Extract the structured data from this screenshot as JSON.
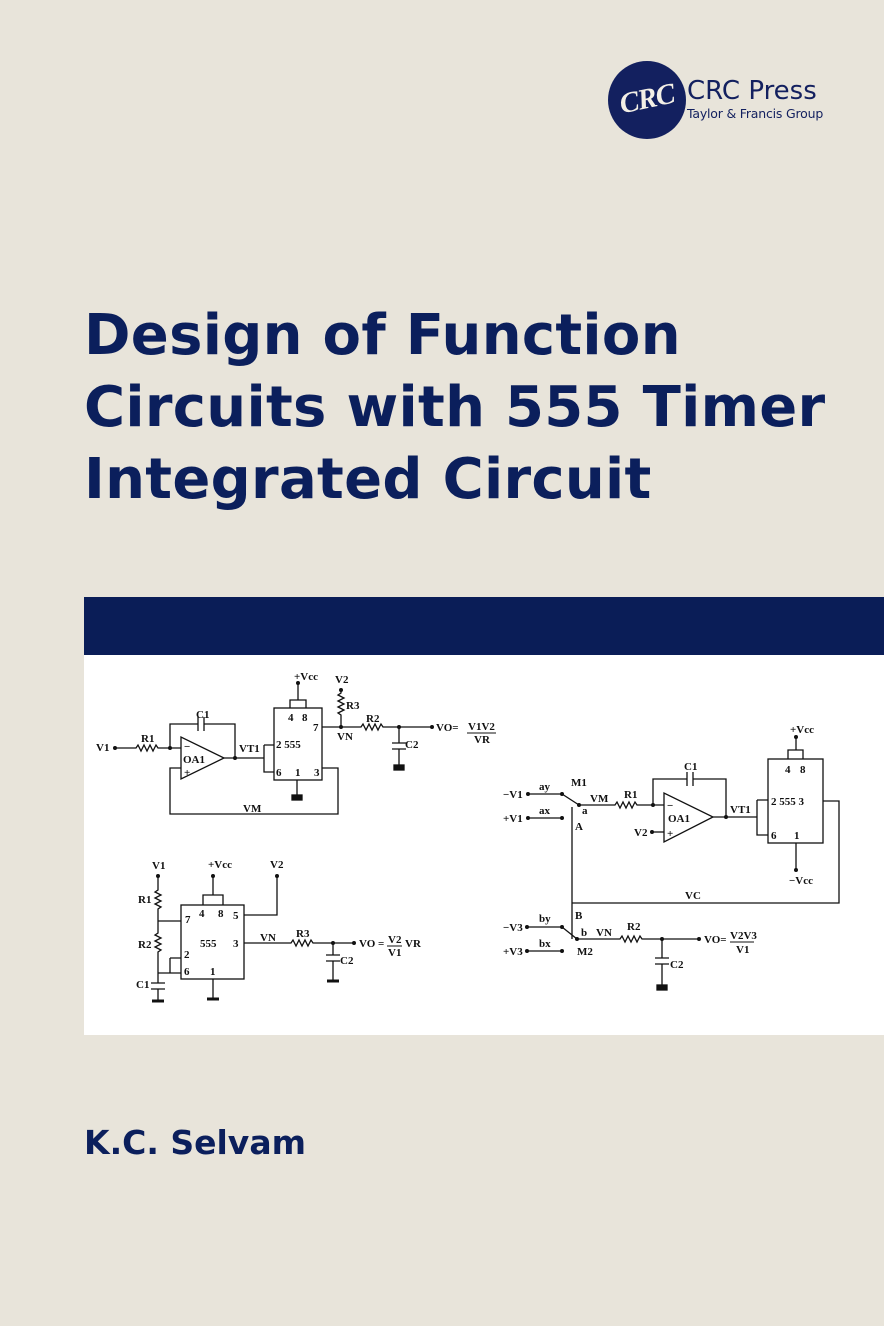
{
  "publisher": {
    "logo_text": "CRC",
    "name": "CRC Press",
    "group": "Taylor & Francis Group"
  },
  "title_lines": [
    "Design of Function",
    "Circuits with 555 Timer",
    "Integrated Circuit"
  ],
  "author": "K.C. Selvam",
  "colors": {
    "background": "#e8e4da",
    "navy": "#0a1d57",
    "title": "#0b1f5c"
  },
  "circuit1": {
    "labels": [
      "V1",
      "R1",
      "C1",
      "OA1",
      "VT1",
      "+Vcc",
      "4",
      "8",
      "7",
      "2 555",
      "6",
      "1",
      "3",
      "V2",
      "R3",
      "VN",
      "R2",
      "C2",
      "VM",
      "VO=",
      "V1V2",
      "VR",
      "−",
      "+"
    ]
  },
  "circuit2": {
    "labels": [
      "V1",
      "R1",
      "R2",
      "C1",
      "+Vcc",
      "V2",
      "7",
      "4",
      "8",
      "5",
      "555",
      "3",
      "2",
      "6",
      "1",
      "VN",
      "R3",
      "C2",
      "VO =",
      "V2",
      "V1",
      "VR"
    ]
  },
  "circuit3": {
    "labels": [
      "−V1",
      "ay",
      "M1",
      "a",
      "+V1",
      "ax",
      "A",
      "VM",
      "R1",
      "C1",
      "OA1",
      "V2",
      "VT1",
      "+Vcc",
      "4",
      "8",
      "2 555 3",
      "6",
      "1",
      "−Vcc",
      "VC",
      "B",
      "−V3",
      "by",
      "b",
      "+V3",
      "bx",
      "M2",
      "VN",
      "R2",
      "C2",
      "VO=",
      "V2V3",
      "V1",
      "−",
      "+"
    ]
  }
}
